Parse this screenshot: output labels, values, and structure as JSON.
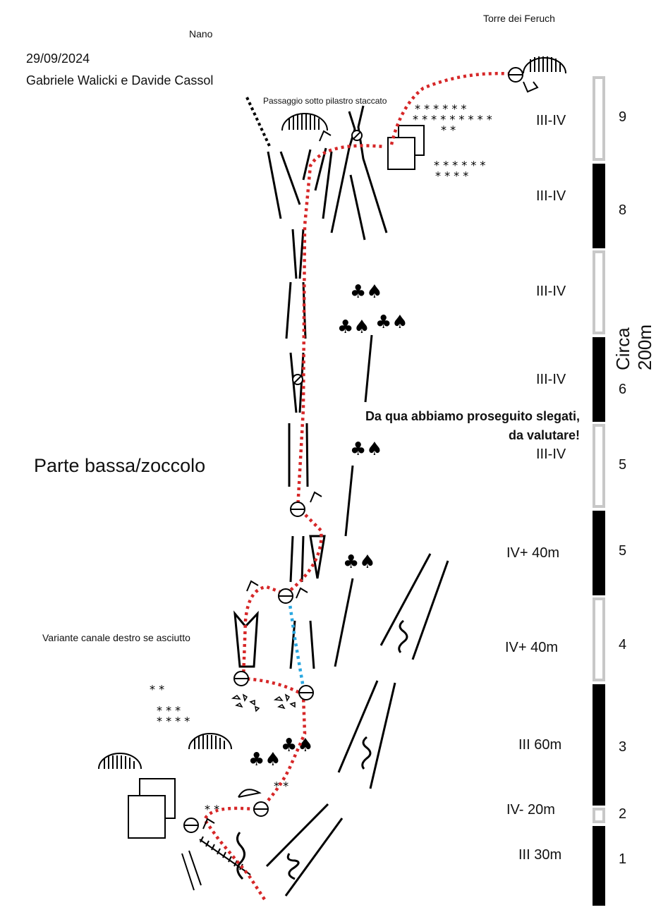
{
  "header": {
    "top_right_label": "Torre dei Feruch",
    "top_left_label": "Nano",
    "date": "29/09/2024",
    "authors": "Gabriele Walicki e Davide Cassol"
  },
  "annotations": {
    "passage_label": "Passaggio sotto pilastro staccato",
    "section_label": "Parte bassa/zoccolo",
    "variant_label": "Variante canale destro se asciutto",
    "unroped_line1": "Da qua abbiamo proseguito slegati,",
    "unroped_line2": "da valutare!",
    "height_label": "Circa 200m"
  },
  "pitches": [
    {
      "grade": "III-IV",
      "number": "9"
    },
    {
      "grade": "III-IV",
      "number": "8"
    },
    {
      "grade": "III-IV",
      "number": ""
    },
    {
      "grade": "III-IV",
      "number": "6"
    },
    {
      "grade": "III-IV",
      "number": "5"
    },
    {
      "grade": "IV+ 40m",
      "number": "5"
    },
    {
      "grade": "IV+ 40m",
      "number": "4"
    },
    {
      "grade": "III 60m",
      "number": "3"
    },
    {
      "grade": "IV- 20m",
      "number": "2"
    },
    {
      "grade": "III 30m",
      "number": "1"
    }
  ],
  "colors": {
    "route": "#d62728",
    "variant": "#2aa7e0",
    "scale_dark": "#000000",
    "scale_light": "#c8c8c8"
  }
}
